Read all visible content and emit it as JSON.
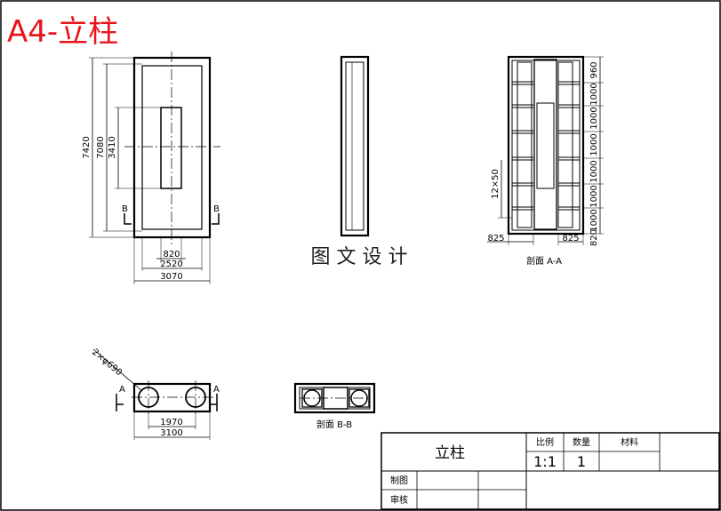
{
  "sheet_title": "A4-立柱",
  "watermark": "图 文 设 计",
  "front_view": {
    "dims_vertical": [
      "7420",
      "7080",
      "3410"
    ],
    "dims_horizontal": [
      "820",
      "2520",
      "3070"
    ],
    "section_marks": [
      "B",
      "B"
    ]
  },
  "section_aa": {
    "caption": "剖面 A-A",
    "dims_right": [
      "960",
      "1000",
      "1000",
      "1000",
      "1000",
      "1000",
      "1000",
      "820"
    ],
    "dim_left": "12×50",
    "dims_bottom": [
      "825",
      "825"
    ]
  },
  "plan_view": {
    "hole_label": "2×φ690",
    "dims": [
      "1970",
      "3100"
    ],
    "section_marks": [
      "A",
      "A"
    ]
  },
  "section_bb": {
    "caption": "剖面 B-B"
  },
  "title_block": {
    "name": "立柱",
    "scale_header": "比例",
    "qty_header": "数量",
    "material_header": "材料",
    "scale_value": "1:1",
    "qty_value": "1",
    "drawn_label": "制图",
    "checked_label": "审核"
  },
  "colors": {
    "title": "#e8141b",
    "line": "#000000"
  }
}
